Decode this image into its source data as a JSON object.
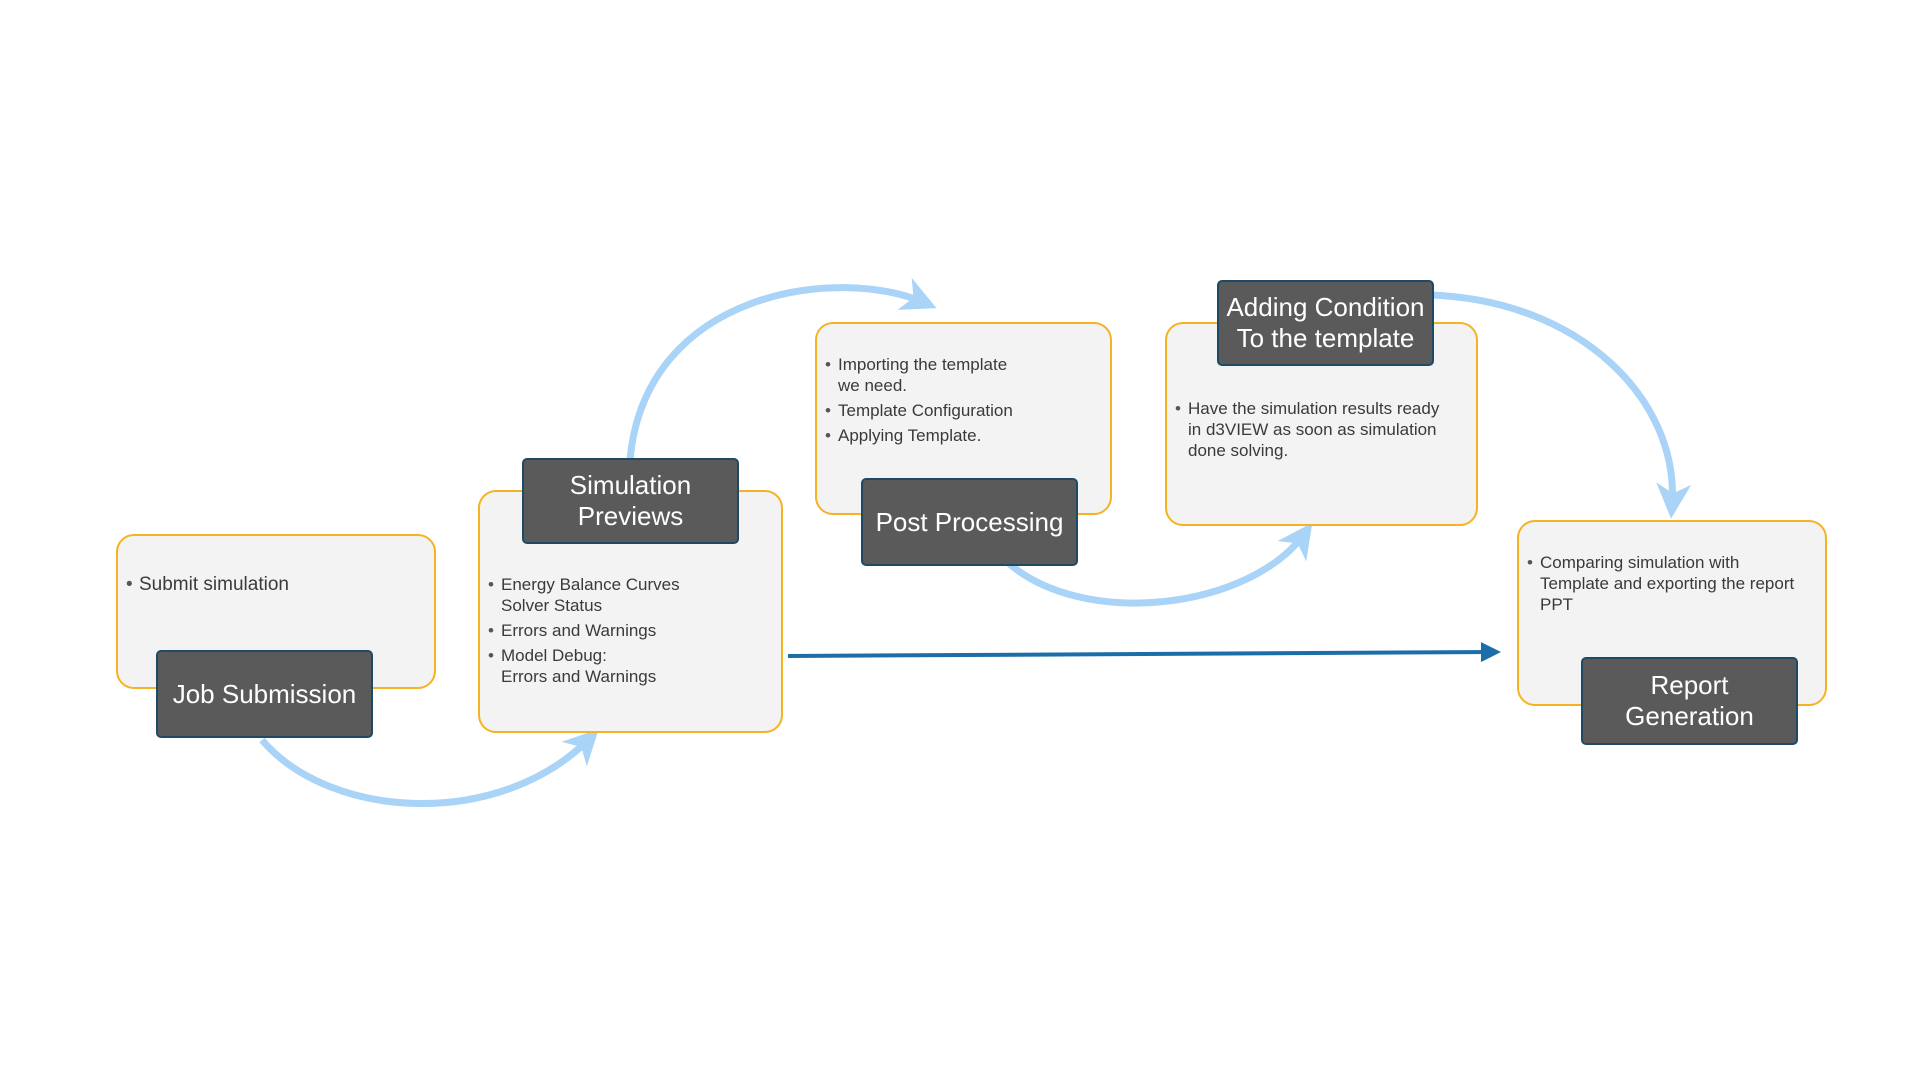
{
  "colors": {
    "card_fill": "#f3f3f3",
    "card_border": "#f5b322",
    "label_fill": "#5a5a5a",
    "label_border": "#1f4a66",
    "flow_arrow": "#a9d4f7",
    "main_arrow": "#1b6ea8"
  },
  "steps": [
    {
      "label": "Job Submission",
      "bullets": [
        "Submit simulation"
      ]
    },
    {
      "label": "Simulation\nPreviews",
      "bullets": [
        "Energy Balance Curves\nSolver Status",
        "Errors and Warnings",
        "Model Debug:\nErrors and Warnings"
      ]
    },
    {
      "label": "Post Processing",
      "bullets": [
        "Importing the template\nwe need.",
        "Template Configuration",
        "Applying Template."
      ]
    },
    {
      "label": "Adding Condition\nTo the template",
      "bullets": [
        "Have the simulation results ready\nin d3VIEW as soon as simulation\ndone solving."
      ]
    },
    {
      "label": "Report\nGeneration",
      "bullets": [
        "Comparing simulation with\nTemplate and exporting the report\nPPT"
      ]
    }
  ]
}
